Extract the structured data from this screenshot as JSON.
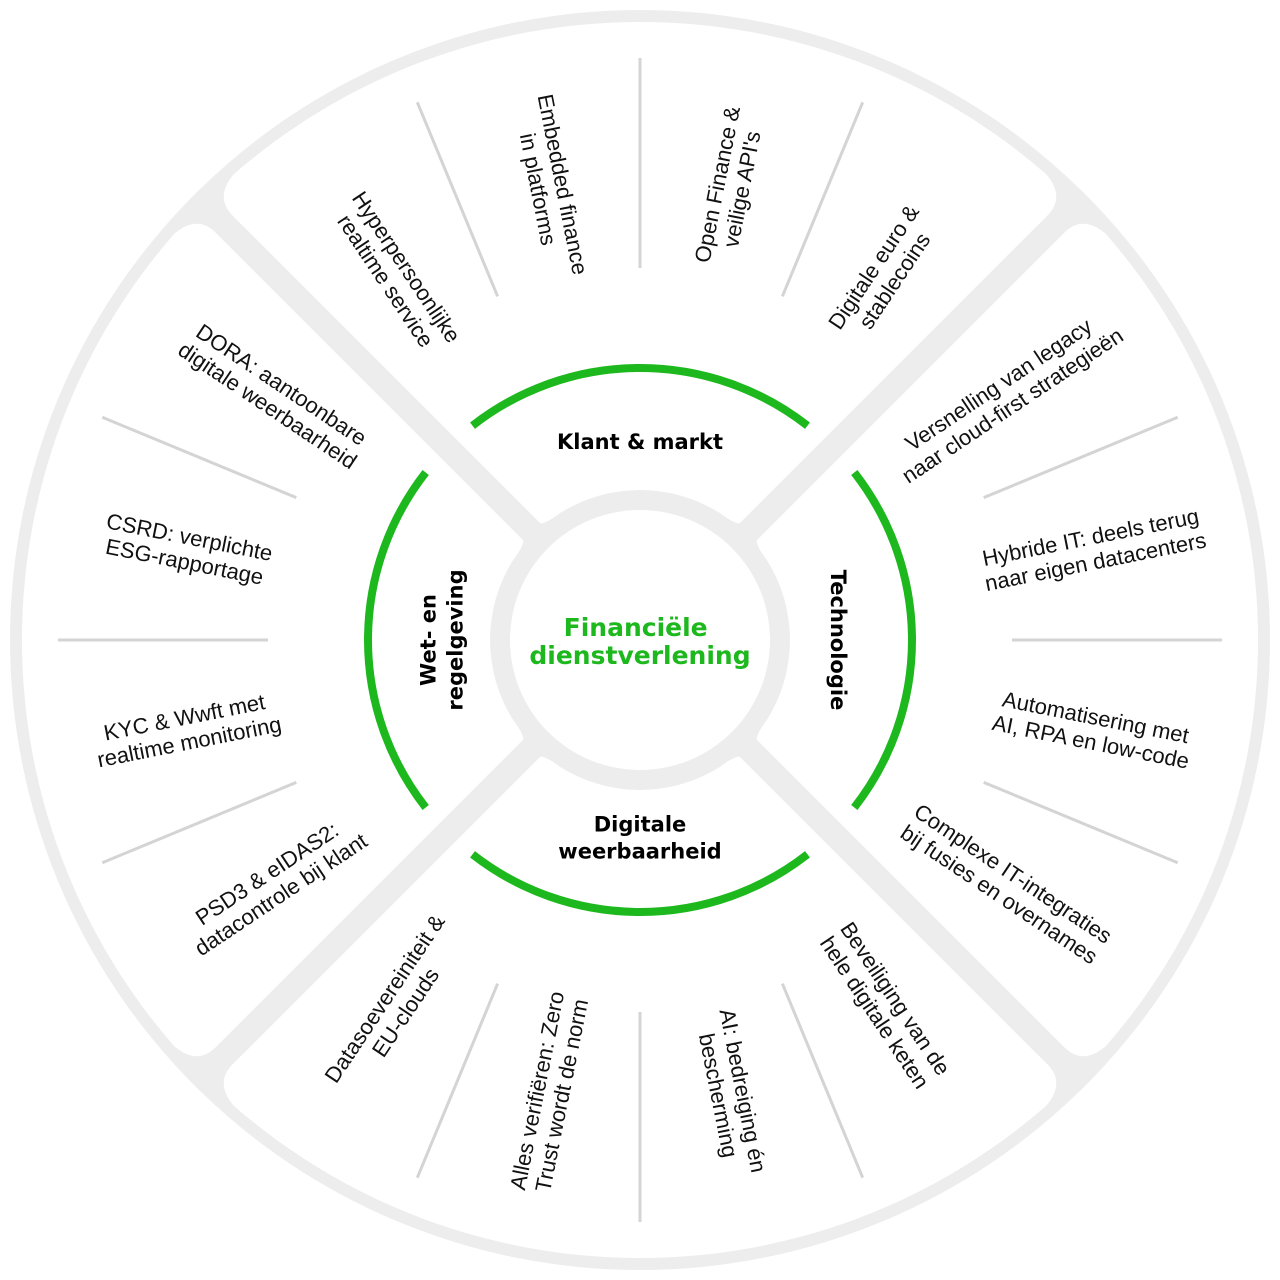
{
  "colors": {
    "accent": "#1db81d",
    "panel": "#ffffff",
    "background": "#ededed",
    "divider": "#d4d4d4",
    "text": "#111111"
  },
  "center": {
    "line1": "Financiële",
    "line2": "dienstverlening"
  },
  "segments": [
    {
      "category": [
        "Klant & markt"
      ],
      "items": [
        [
          "Hyperpersoonlijke",
          "realtime service"
        ],
        [
          "Embedded finance",
          "in platforms"
        ],
        [
          "Open Finance &",
          "veilige API's"
        ],
        [
          "Digitale euro &",
          "stablecoins"
        ]
      ]
    },
    {
      "category": [
        "Technologie"
      ],
      "items": [
        [
          "Versnelling van legacy",
          "naar cloud-first strategieën"
        ],
        [
          "Hybride IT: deels terug",
          "naar eigen datacenters"
        ],
        [
          "Automatisering met",
          "AI, RPA en low-code"
        ],
        [
          "Complexe IT-integraties",
          "bij fusies en overnames"
        ]
      ]
    },
    {
      "category": [
        "Digitale",
        "weerbaarheid"
      ],
      "items": [
        [
          "Beveiliging van de",
          "hele digitale keten"
        ],
        [
          "AI: bedreiging én",
          "bescherming"
        ],
        [
          "Alles verifiëren: Zero",
          "Trust wordt de norm"
        ],
        [
          "Datasoevereiniteit &",
          "EU-clouds"
        ]
      ]
    },
    {
      "category": [
        "Wet- en",
        "regelgeving"
      ],
      "items": [
        [
          "PSD3 & eIDAS2:",
          "datacontrole bij klant"
        ],
        [
          "KYC & Wwft met",
          "realtime monitoring"
        ],
        [
          "CSRD: verplichte",
          "ESG-rapportage"
        ],
        [
          "DORA: aantoonbare",
          "digitale weerbaarheid"
        ]
      ]
    }
  ]
}
